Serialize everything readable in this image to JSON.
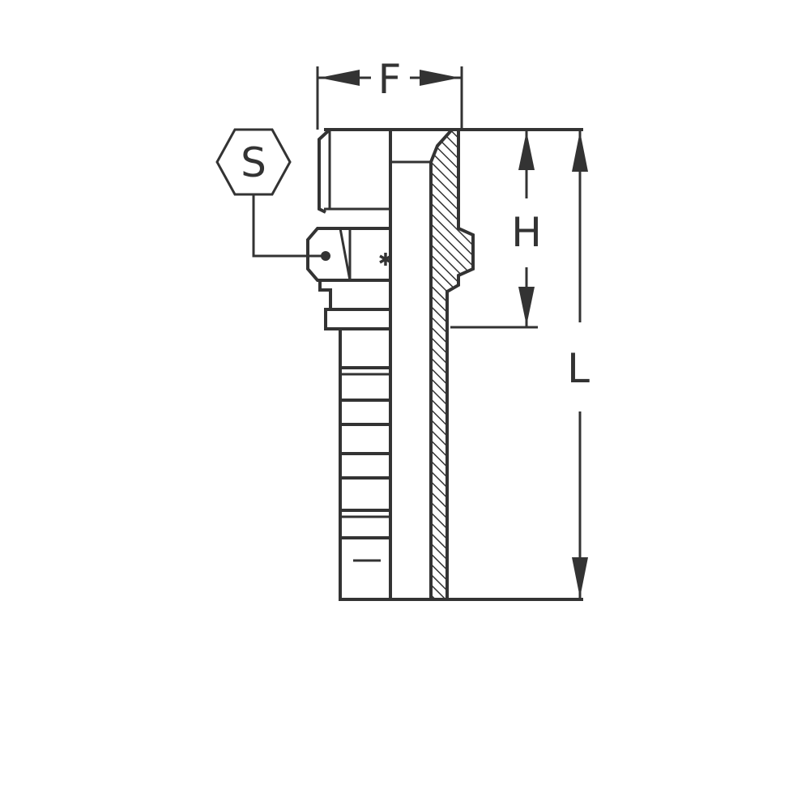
{
  "labels": {
    "hex": "S",
    "width": "F",
    "thread_length": "H",
    "total_length": "L"
  },
  "colors": {
    "line": "#333333",
    "background": "#ffffff",
    "hatch": "#333333"
  }
}
